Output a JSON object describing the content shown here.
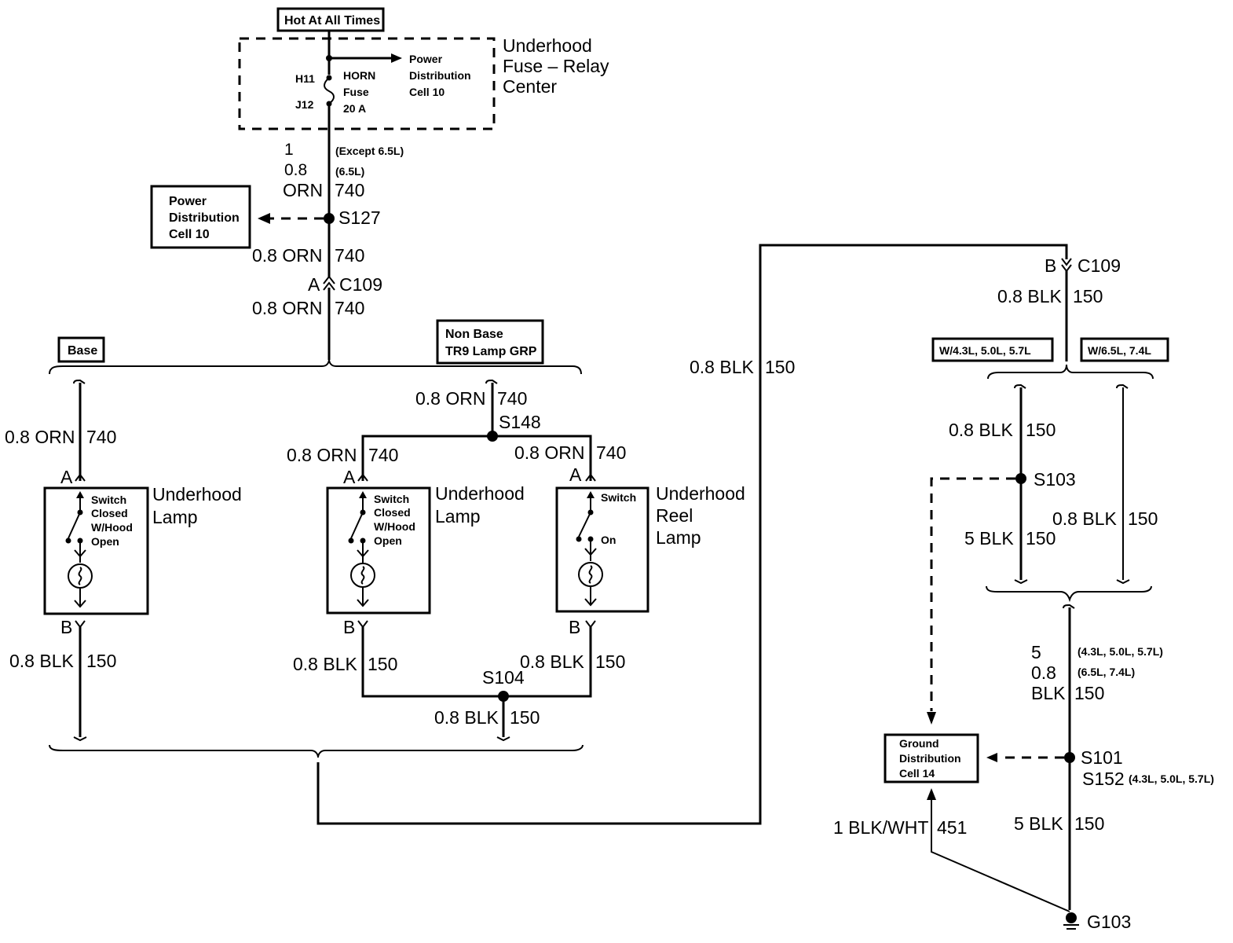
{
  "labels": {
    "hot_at_all_times": "Hot At All Times",
    "underhood_fuse_relay_center": [
      "Underhood",
      "Fuse – Relay",
      "Center"
    ],
    "h11": "H11",
    "j12": "J12",
    "horn_fuse": [
      "HORN",
      "Fuse",
      "20 A"
    ],
    "power_distribution_cell10_top": [
      "Power",
      "Distribution",
      "Cell 10"
    ],
    "power_distribution_cell10_box": [
      "Power",
      "Distribution",
      "Cell 10"
    ],
    "wire_1": "1",
    "except_65l": "(Except 6.5L)",
    "wire_08": "0.8",
    "paren_65l": "(6.5L)",
    "orn": "ORN",
    "c740": "740",
    "s127": "S127",
    "w_08_orn": "0.8 ORN",
    "conn_a": "A",
    "c109": "C109",
    "conn_b": "B",
    "base": "Base",
    "non_base": [
      "Non Base",
      "TR9 Lamp GRP"
    ],
    "s148": "S148",
    "s104": "S104",
    "w_08_blk": "0.8 BLK",
    "c150": "150",
    "underhood_lamp": [
      "Underhood",
      "Lamp"
    ],
    "underhood_reel_lamp": [
      "Underhood",
      "Reel",
      "Lamp"
    ],
    "switch_closed": [
      "Switch",
      "Closed",
      "W/Hood",
      "Open"
    ],
    "switch": "Switch",
    "on": "On",
    "w43": "W/4.3L, 5.0L, 5.7L",
    "w65": "W/6.5L, 7.4L",
    "s103": "S103",
    "w_5_blk": "5 BLK",
    "wire_5": "5",
    "blk": "BLK",
    "note_43": "(4.3L, 5.0L, 5.7L)",
    "note_65": "(6.5L, 7.4L)",
    "ground_distribution": [
      "Ground",
      "Distribution",
      "Cell 14"
    ],
    "s101": "S101",
    "s152": "S152",
    "s152_note": "(4.3L, 5.0L, 5.7L)",
    "w_1_blkwht": "1 BLK/WHT",
    "c451": "451",
    "g103": "G103"
  }
}
